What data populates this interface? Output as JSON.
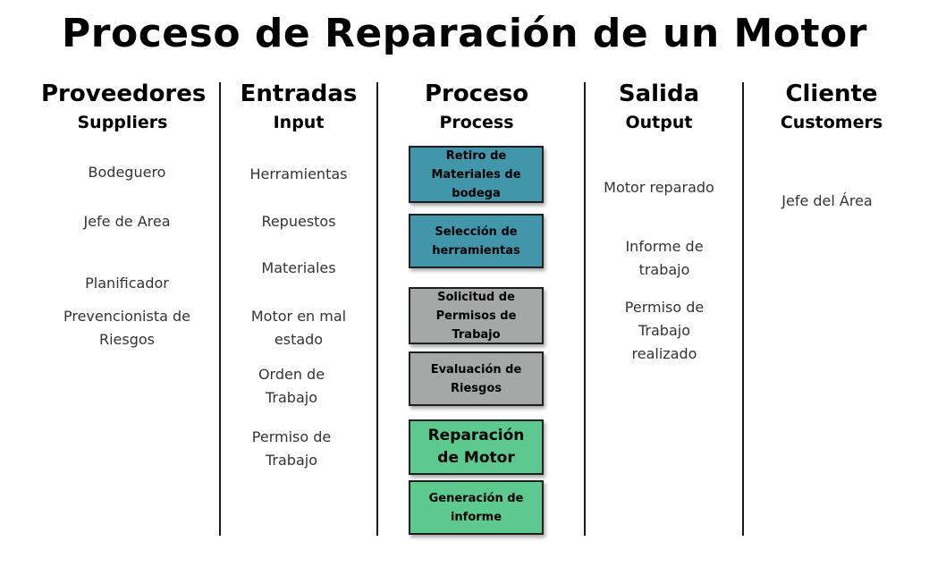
{
  "title": "Proceso de Reparación de un Motor",
  "columns": [
    {
      "heading": "Proveedores",
      "sub": "Suppliers"
    },
    {
      "heading": "Entradas",
      "sub": "Input"
    },
    {
      "heading": "Proceso",
      "sub": "Process"
    },
    {
      "heading": "Salida",
      "sub": "Output"
    },
    {
      "heading": "Cliente",
      "sub": "Customers"
    }
  ],
  "suppliers": [
    "Bodeguero",
    "Jefe de Area",
    "Planificador",
    "Prevencionista de Riesgos"
  ],
  "inputs": [
    "Herramientas",
    "Repuestos",
    "Materiales",
    "Motor en mal estado",
    "Orden de Trabajo",
    "Permiso de Trabajo"
  ],
  "process_steps": [
    {
      "label": "Retiro de Materiales de bodega",
      "color": "#4196aa"
    },
    {
      "label": "Selección de herramientas",
      "color": "#4196aa"
    },
    {
      "label": "Solicitud  de Permisos de Trabajo",
      "color": "#a6a8a7"
    },
    {
      "label": "Evaluación de Riesgos",
      "color": "#a6a8a7"
    },
    {
      "label": "Reparación de Motor",
      "color": "#5cc98e"
    },
    {
      "label": "Generación de informe",
      "color": "#5cc98e"
    }
  ],
  "outputs": [
    "Motor reparado",
    "Informe de trabajo",
    "Permiso de Trabajo realizado"
  ],
  "customers": [
    "Jefe del Área"
  ]
}
